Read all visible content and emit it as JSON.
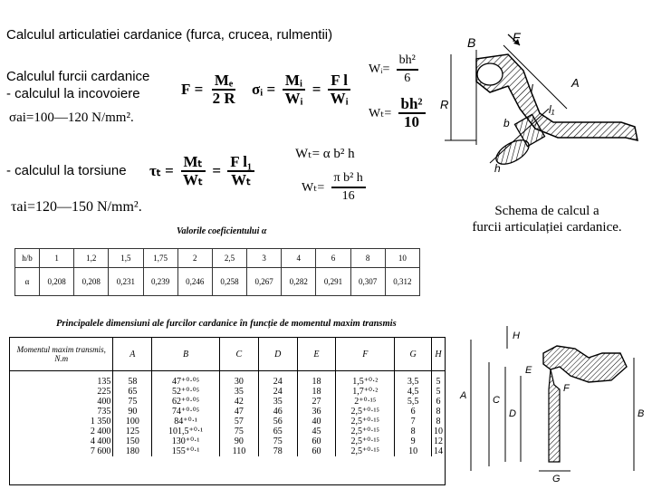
{
  "title": "Calculul articulatiei cardanice (furca, crucea, rulmentii)",
  "section_title": "Calculul furcii cardanice",
  "bending_label": "- calculul la incovoiere",
  "torsion_label": "- calculul la torsiune",
  "formulas": {
    "F_symbol": "F",
    "F_eq": "=",
    "F_num": "Mₑ",
    "F_den": "2 R",
    "sigma_i": "σᵢ",
    "sigma_eq": "=",
    "sigma_num1": "Mᵢ",
    "sigma_den1": "Wᵢ",
    "sigma_eq2": "=",
    "sigma_num2": "F l",
    "sigma_den2": "Wᵢ",
    "Wi_lhs": "Wᵢ=",
    "Wi_num": "bh²",
    "Wi_den": "6",
    "Wt_rect_lhs": "Wₜ=",
    "Wt_rect_num": "bh²",
    "Wt_rect_den": "10",
    "sigma_ai": "σai=100—120  N/mm².",
    "Wt_alpha": "Wₜ= α b² h",
    "tau_t": "τₜ",
    "tau_eq": "=",
    "tau_num1": "Mₜ",
    "tau_den1": "Wₜ",
    "tau_eq2": "=",
    "tau_num2": "F l₁",
    "tau_den2": "Wₜ",
    "Wt_ell_lhs": "Wₜ=",
    "Wt_ell_num": "π b² h",
    "Wt_ell_den": "16",
    "tau_ai": "τai=120—150 N/mm²."
  },
  "diagram": {
    "caption_line1": "Schema  de  calcul  a",
    "caption_line2": "furcii articulației cardanice.",
    "labels": {
      "B": "B",
      "F": "F",
      "A": "A",
      "R": "R",
      "b": "b",
      "h": "h",
      "l": "l",
      "l1": "l₁"
    }
  },
  "alpha_table": {
    "heading": "Valorile coeficientului α",
    "row1_label": "h/b",
    "row1": [
      "1",
      "1,2",
      "1,5",
      "1,75",
      "2",
      "2,5",
      "3",
      "4",
      "6",
      "8",
      "10"
    ],
    "row2_label": "α",
    "row2": [
      "0,208",
      "0,208",
      "0,231",
      "0,239",
      "0,246",
      "0,258",
      "0,267",
      "0,282",
      "0,291",
      "0,307",
      "0,312"
    ]
  },
  "dim_table": {
    "heading": "Principalele dimensiuni ale furcilor cardanice în funcție de momentul maxim transmis",
    "headers": [
      "Momentul maxim transmis, N.m",
      "A",
      "B",
      "C",
      "D",
      "E",
      "F",
      "G",
      "H"
    ],
    "rows": [
      [
        "135",
        "58",
        "47⁺⁰·⁰⁵",
        "30",
        "24",
        "18",
        "1,5⁺⁰·²",
        "3,5",
        "5"
      ],
      [
        "225",
        "65",
        "52⁺⁰·⁰⁵",
        "35",
        "24",
        "18",
        "1,7⁺⁰·²",
        "4,5",
        "5"
      ],
      [
        "400",
        "75",
        "62⁺⁰·⁰⁵",
        "42",
        "35",
        "27",
        "2⁺⁰·¹⁵",
        "5,5",
        "6"
      ],
      [
        "735",
        "90",
        "74⁺⁰·⁰⁵",
        "47",
        "46",
        "36",
        "2,5⁺⁰·¹⁵",
        "6",
        "8"
      ],
      [
        "1 350",
        "100",
        "84⁺⁰·¹",
        "57",
        "56",
        "40",
        "2,5⁺⁰·¹⁵",
        "7",
        "8"
      ],
      [
        "2 400",
        "125",
        "101,5⁺⁰·¹",
        "75",
        "65",
        "45",
        "2,5⁺⁰·¹⁵",
        "8",
        "10"
      ],
      [
        "4 400",
        "150",
        "130⁺⁰·¹",
        "90",
        "75",
        "60",
        "2,5⁺⁰·¹⁵",
        "9",
        "12"
      ],
      [
        "7 600",
        "180",
        "155⁺⁰·¹",
        "110",
        "78",
        "60",
        "2,5⁺⁰·¹⁵",
        "10",
        "14"
      ]
    ]
  },
  "yoke_drawing": {
    "labels": [
      "H",
      "E",
      "D",
      "C",
      "F",
      "A",
      "B",
      "G"
    ]
  }
}
